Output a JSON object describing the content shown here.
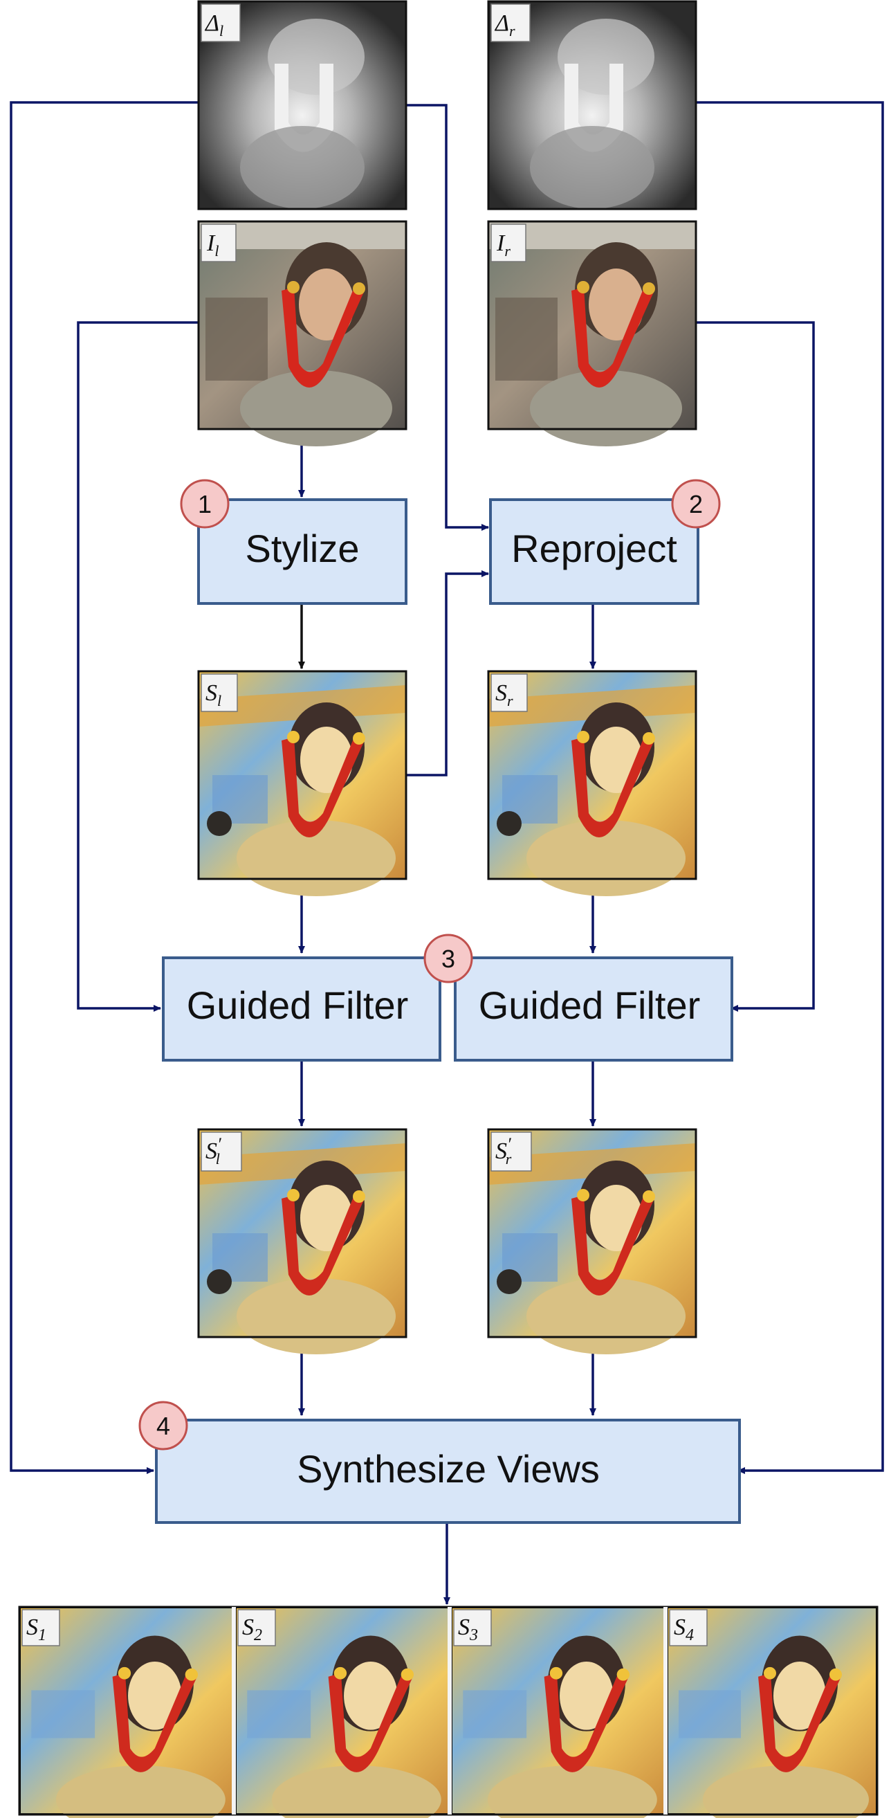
{
  "images": {
    "delta_l": {
      "base": "Δ",
      "sub": "l",
      "prime": ""
    },
    "delta_r": {
      "base": "Δ",
      "sub": "r",
      "prime": ""
    },
    "I_l": {
      "base": "I",
      "sub": "l",
      "prime": ""
    },
    "I_r": {
      "base": "I",
      "sub": "r",
      "prime": ""
    },
    "S_l": {
      "base": "S",
      "sub": "l",
      "prime": ""
    },
    "S_r": {
      "base": "S",
      "sub": "r",
      "prime": ""
    },
    "S_l_prime": {
      "base": "S",
      "sub": "l",
      "prime": "′"
    },
    "S_r_prime": {
      "base": "S",
      "sub": "r",
      "prime": "′"
    },
    "outputs": [
      {
        "base": "S",
        "sub": "1"
      },
      {
        "base": "S",
        "sub": "2"
      },
      {
        "base": "S",
        "sub": "3"
      },
      {
        "base": "S",
        "sub": "4"
      }
    ]
  },
  "steps": {
    "stylize": {
      "label": "Stylize",
      "badge": "1"
    },
    "reproject": {
      "label": "Reproject",
      "badge": "2"
    },
    "guided_filter_left": {
      "label": "Guided Filter"
    },
    "guided_filter_right": {
      "label": "Guided Filter",
      "badge": "3"
    },
    "synthesize": {
      "label": "Synthesize Views",
      "badge": "4"
    }
  },
  "colors": {
    "arrow": "#0b1565",
    "box_fill": "#d8e6f8",
    "box_stroke": "#3a5c8c",
    "badge_fill": "#f6c9c9",
    "badge_stroke": "#c0504d"
  }
}
